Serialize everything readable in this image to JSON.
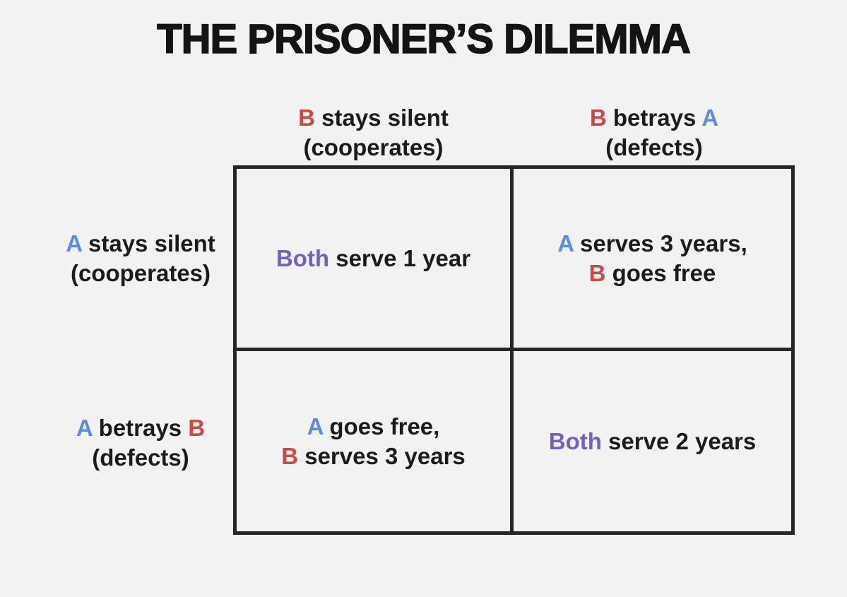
{
  "title": "THE PRISONER’S DILEMMA",
  "palette": {
    "red": "#cb4843",
    "blue": "#5b8ce4",
    "purple": "#7660bd",
    "text_black": "#1d1a1b",
    "background": "#f3f2f2",
    "grid_line": "#292526"
  },
  "column_headers": [
    {
      "line1": [
        {
          "text": "B",
          "color": "red"
        },
        {
          "text": " stays silent",
          "color": "black"
        }
      ],
      "line2": [
        {
          "text": "(cooperates)",
          "color": "black"
        }
      ]
    },
    {
      "line1": [
        {
          "text": "B",
          "color": "red"
        },
        {
          "text": " betrays ",
          "color": "black"
        },
        {
          "text": "A",
          "color": "blue"
        }
      ],
      "line2": [
        {
          "text": "(defects)",
          "color": "black"
        }
      ]
    }
  ],
  "row_headers": [
    {
      "line1": [
        {
          "text": "A",
          "color": "blue"
        },
        {
          "text": " stays silent",
          "color": "black"
        }
      ],
      "line2": [
        {
          "text": "(cooperates)",
          "color": "black"
        }
      ]
    },
    {
      "line1": [
        {
          "text": "A",
          "color": "blue"
        },
        {
          "text": " betrays ",
          "color": "black"
        },
        {
          "text": "B",
          "color": "red"
        }
      ],
      "line2": [
        {
          "text": "(defects)",
          "color": "black"
        }
      ]
    }
  ],
  "cells": {
    "top_left": {
      "line1": [
        {
          "text": "Both",
          "color": "purple"
        },
        {
          "text": " serve 1 year",
          "color": "black"
        }
      ]
    },
    "top_right": {
      "line1": [
        {
          "text": "A",
          "color": "blue"
        },
        {
          "text": " serves 3 years,",
          "color": "black"
        }
      ],
      "line2": [
        {
          "text": "B",
          "color": "red"
        },
        {
          "text": " goes free",
          "color": "black"
        }
      ]
    },
    "bottom_left": {
      "line1": [
        {
          "text": "A",
          "color": "blue"
        },
        {
          "text": " goes free,",
          "color": "black"
        }
      ],
      "line2": [
        {
          "text": "B",
          "color": "red"
        },
        {
          "text": " serves 3 years",
          "color": "black"
        }
      ]
    },
    "bottom_right": {
      "line1": [
        {
          "text": "Both",
          "color": "purple"
        },
        {
          "text": " serve 2 years",
          "color": "black"
        }
      ]
    }
  }
}
